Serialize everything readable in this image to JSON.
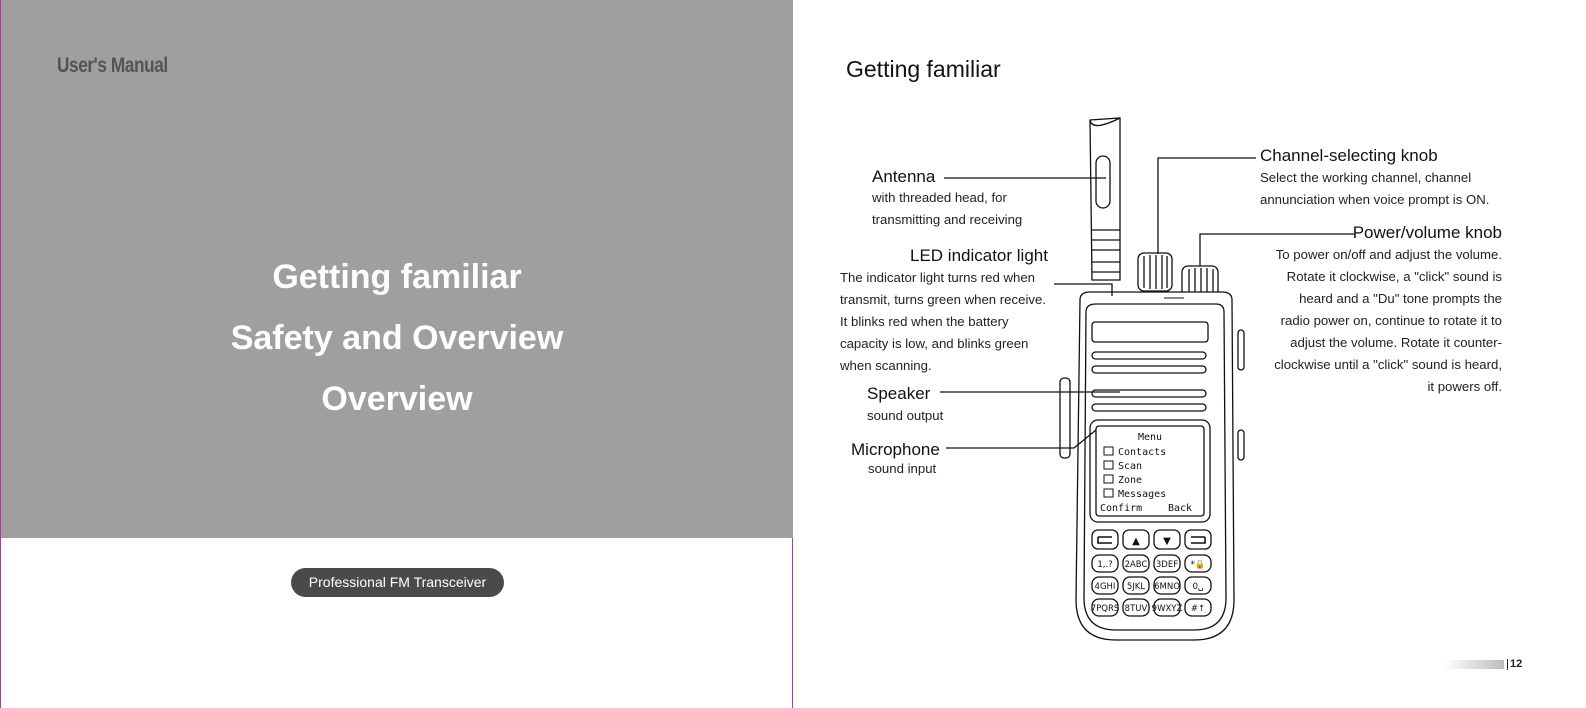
{
  "left": {
    "manual_title": "User's Manual",
    "toc": [
      "Getting familiar",
      "Safety and Overview",
      "Overview"
    ],
    "product": "Professional FM Transceiver"
  },
  "right": {
    "heading": "Getting familiar",
    "antenna": {
      "label": "Antenna",
      "desc": [
        "with threaded head, for",
        "transmitting and receiving"
      ]
    },
    "led": {
      "label": "LED indicator light",
      "desc": [
        "The indicator light turns red when",
        "transmit, turns green when receive.",
        "It blinks red when the battery",
        "capacity is low, and blinks green",
        "when scanning."
      ]
    },
    "speaker": {
      "label": "Speaker",
      "desc": [
        "sound output"
      ]
    },
    "microphone": {
      "label": "Microphone",
      "desc": [
        "sound input"
      ]
    },
    "channel_knob": {
      "label": "Channel-selecting knob",
      "desc": [
        "Select the working channel, channel",
        "annunciation when voice prompt is ON."
      ]
    },
    "power_knob": {
      "label": "Power/volume knob",
      "desc": [
        "To power on/off and adjust the volume.",
        "Rotate it clockwise, a \"click\" sound is",
        "heard and a \"Du\" tone prompts the",
        "radio power on, continue to rotate it to",
        "adjust the volume. Rotate it counter-",
        "clockwise until a \"click\" sound is heard,",
        "it powers off."
      ]
    },
    "screen": {
      "title": "Menu",
      "items": [
        "Contacts",
        "Scan",
        "Zone",
        "Messages"
      ],
      "confirm": "Confirm",
      "back": "Back"
    },
    "keypad": {
      "nav": [
        "▲",
        "▼"
      ],
      "keys": [
        [
          "1,.?",
          "2ABC",
          "3DEF",
          "*🔒"
        ],
        [
          "4GHI",
          "5JKL",
          "6MNO",
          "0␣"
        ],
        [
          "7PQRS",
          "8TUV",
          "9WXYZ",
          "#↑"
        ]
      ]
    },
    "page_number": "12"
  }
}
